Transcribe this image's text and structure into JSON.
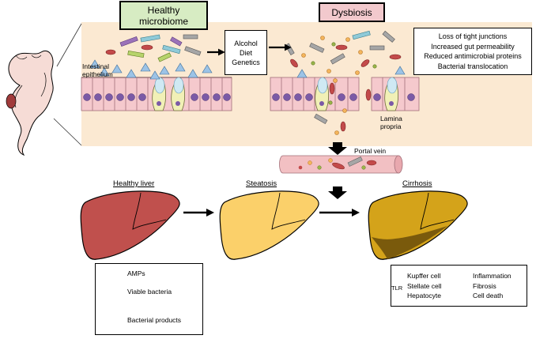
{
  "header": {
    "healthy": [
      "Healthy",
      "microbiome"
    ],
    "dysbiosis": "Dysbiosis"
  },
  "factors": [
    "Alcohol",
    "Diet",
    "Genetics"
  ],
  "effects": [
    "Loss of tight junctions",
    "Increased gut permeability",
    "Reduced antimicrobial proteins",
    "Bacterial translocation"
  ],
  "labels": {
    "epithelium": [
      "Intestinal",
      "epithelium"
    ],
    "lamina": [
      "Lamina",
      "propria"
    ],
    "portal_vein": "Portal vein"
  },
  "livers": {
    "healthy": "Healthy liver",
    "steatosis": "Steatosis",
    "cirrhosis": "Cirrhosis"
  },
  "legend": {
    "amps": "AMPs",
    "bacteria": "Viable bacteria",
    "products": "Bacterial products"
  },
  "cells": {
    "list": [
      "Kupffer cell",
      "Stellate cell",
      "Hepatocyte"
    ],
    "receptor": "TLR",
    "outcomes": [
      "Inflammation",
      "Fibrosis",
      "Cell death"
    ]
  },
  "colors": {
    "gut_background": "#fbe9d2",
    "healthy_liver": "#c0504d",
    "steatosis_liver": "#fbd06a",
    "cirrhosis_liver": "#d4a31a"
  }
}
